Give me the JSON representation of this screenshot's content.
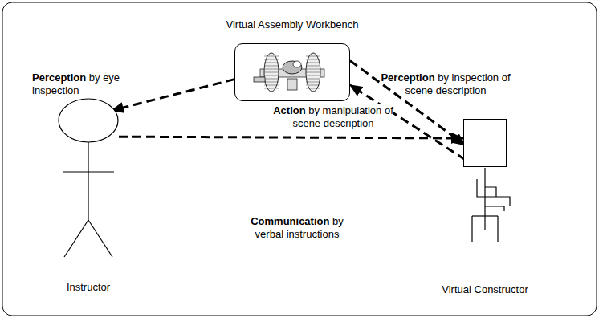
{
  "diagram": {
    "nodes": [
      {
        "text": [
          "Virtual Assembly Workbench"
        ]
      },
      {
        "text": [
          "Instructor"
        ]
      },
      {
        "text": [
          "Virtual Constructor"
        ]
      }
    ],
    "edges": [
      {
        "from": 0,
        "to": 1,
        "arrow": "to",
        "label": "Perception by eye inspection"
      },
      {
        "from": 0,
        "to": 2,
        "arrow": "to",
        "label": "Perception by inspection of scene description"
      },
      {
        "from": 2,
        "to": 0,
        "arrow": "to",
        "label": "Action by manipulation of scene description"
      },
      {
        "from": 1,
        "to": 2,
        "arrow": "to",
        "label": "Communication by verbal instructions"
      }
    ]
  }
}
